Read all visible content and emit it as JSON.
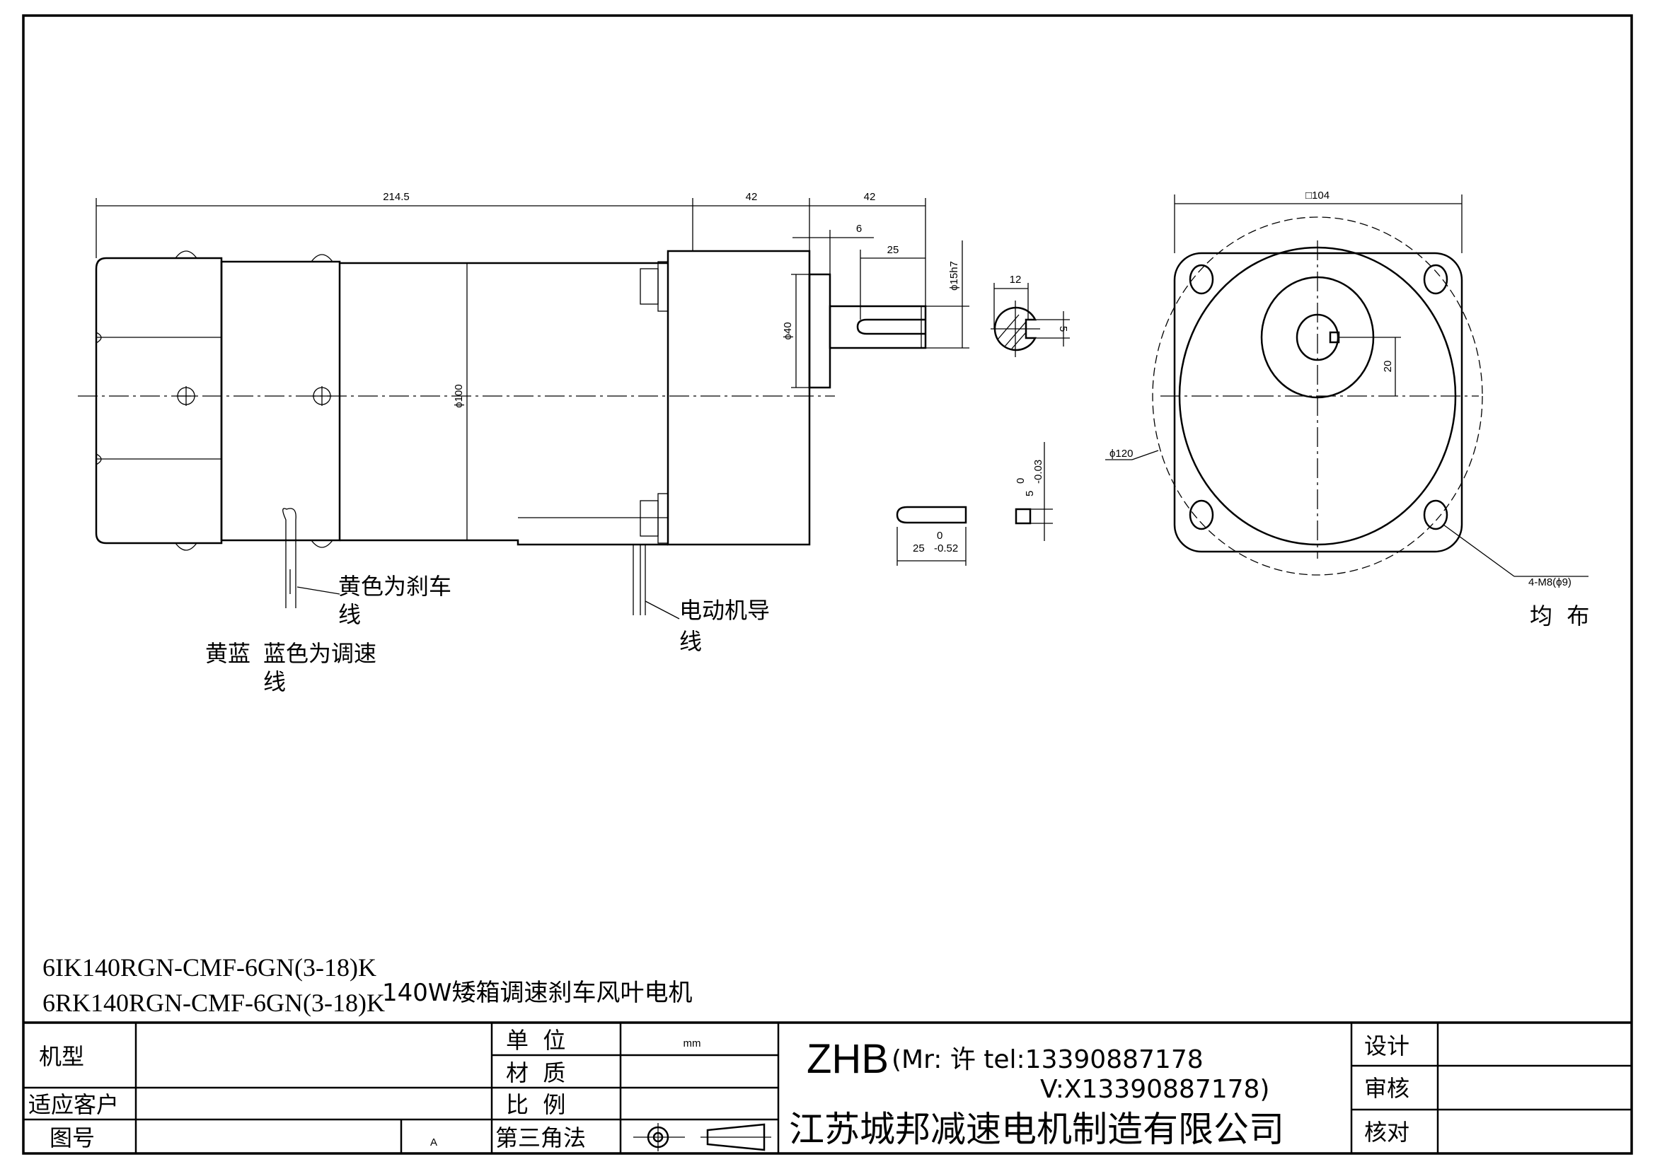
{
  "drawing": {
    "dimensions": {
      "total_length": "214.5",
      "gearbox_length": "42",
      "shaft_length": "42",
      "boss_length": "6",
      "key_length": "25",
      "shaft_dia": "ϕ15h7",
      "boss_dia": "ϕ40",
      "motor_dia": "ϕ100",
      "section_width": "12",
      "section_key": "5",
      "key_height_base": "5",
      "key_height_tol_upper": "0",
      "key_height_tol_lower": "-0.03",
      "key_len_base": "25",
      "key_len_tol_upper": "0",
      "key_len_tol_lower": "-0.52",
      "flange_square": "□104",
      "pcd": "ϕ120",
      "shaft_offset": "20",
      "holes": "4-M8(ϕ9)",
      "holes_note": "均  布"
    },
    "labels": {
      "brake_wire_line1": "黄色为刹车",
      "brake_wire_line2": "线",
      "speed_wire_prefix": "黄蓝",
      "speed_wire_line1": "蓝色为调速",
      "speed_wire_line2": "线",
      "motor_wire_line1": "电动机导",
      "motor_wire_line2": "线"
    }
  },
  "models": {
    "model_1": "6IK140RGN-CMF-6GN(3-18)K",
    "model_2": "6RK140RGN-CMF-6GN(3-18)K",
    "product_name": "140W矮箱调速刹车风叶电机"
  },
  "title_block": {
    "model_label": "机型",
    "customer_label": "适应客户",
    "drawing_no_label": "图号",
    "revision": "A",
    "unit_label": "单  位",
    "unit_value": "mm",
    "material_label": "材  质",
    "scale_label": "比  例",
    "projection_label": "第三角法",
    "company_brand": "ZHB",
    "contact_line1": "(Mr: 许 tel:13390887178",
    "contact_line2": "V:X13390887178)",
    "company_name": "江苏城邦减速电机制造有限公司",
    "design_label": "设计",
    "review_label": "审核",
    "check_label": "核对"
  }
}
